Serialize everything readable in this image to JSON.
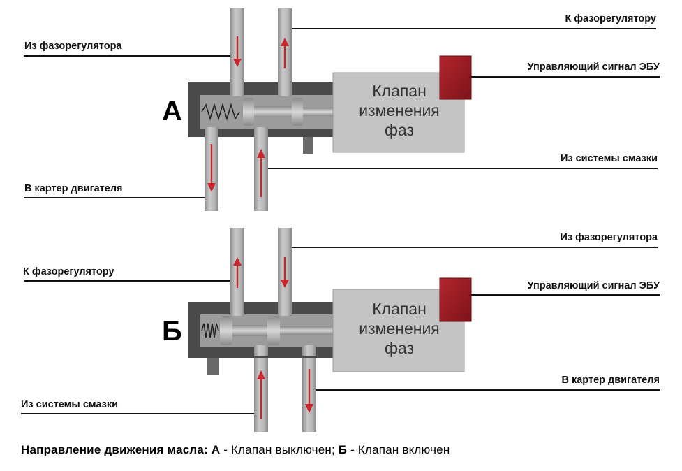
{
  "diagram_a": {
    "letter": "А",
    "labels": {
      "from_phaser": "Из фазорегулятора",
      "to_phaser": "К фазорегулятору",
      "ecu_signal": "Управляющий сигнал ЭБУ",
      "from_lube": "Из системы смазки",
      "to_crankcase": "В картер двигателя"
    },
    "valve": {
      "line1": "Клапан",
      "line2": "изменения",
      "line3": "фаз"
    }
  },
  "diagram_b": {
    "letter": "Б",
    "labels": {
      "to_phaser": "К фазорегулятору",
      "from_phaser": "Из фазорегулятора",
      "ecu_signal": "Управляющий сигнал ЭБУ",
      "from_lube": "Из системы смазки",
      "to_crankcase": "В картер двигателя"
    },
    "valve": {
      "line1": "Клапан",
      "line2": "изменения",
      "line3": "фаз"
    }
  },
  "caption": {
    "prefix": "Направление движения масла: ",
    "a_letter": "А",
    "a_text": " - Клапан выключен; ",
    "b_letter": "Б",
    "b_text": " - Клапан включен"
  },
  "colors": {
    "housing": "#4a4a4a",
    "pipe": "#b3b3b3",
    "pipe_edge": "#7a7a7a",
    "valve_body": "#c4c4c4",
    "solenoid": "#9a1a22",
    "arrow": "#c8252c"
  }
}
